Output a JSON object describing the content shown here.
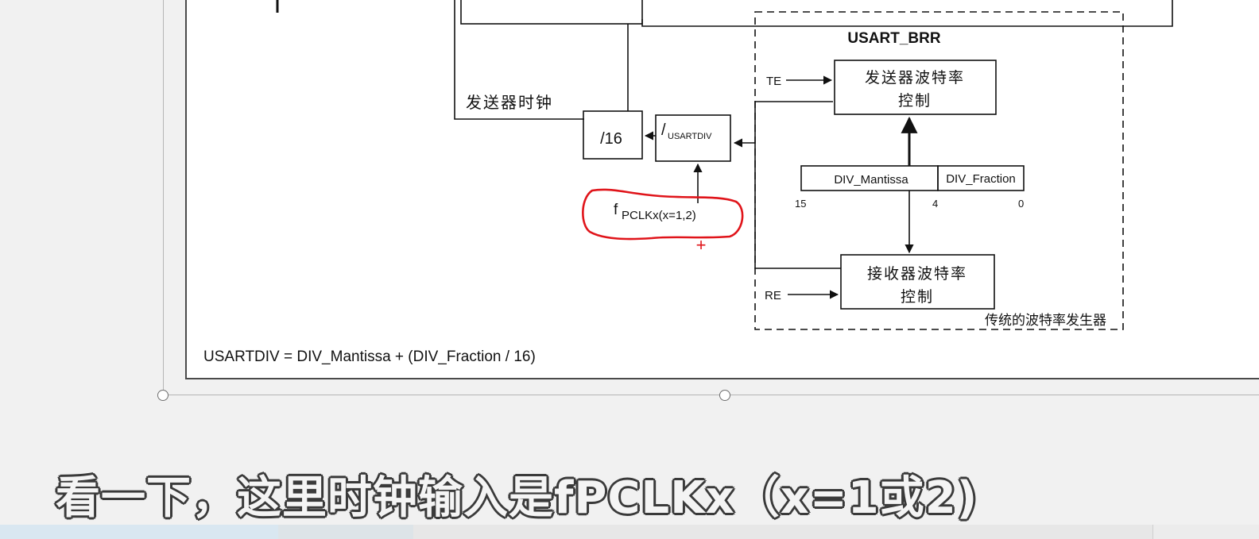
{
  "diagram": {
    "usart_brr_label": "USART_BRR",
    "tx_clock_label": "发送器时钟",
    "div16_label": "/16",
    "usartdiv_prefix": "/",
    "usartdiv_sub": "USARTDIV",
    "fpclk_f": "f",
    "fpclk_sub": "PCLKx(x=1,2)",
    "te_label": "TE",
    "re_label": "RE",
    "tx_baud_line1": "发送器波特率",
    "tx_baud_line2": "控制",
    "rx_baud_line1": "接收器波特率",
    "rx_baud_line2": "控制",
    "div_mantissa": "DIV_Mantissa",
    "div_fraction": "DIV_Fraction",
    "bit_15": "15",
    "bit_4": "4",
    "bit_0": "0",
    "legacy_label": "传统的波特率发生器",
    "formula": "USARTDIV = DIV_Mantissa + (DIV_Fraction / 16)",
    "annotation_plus": "+"
  },
  "colors": {
    "annotation": "#e0141a",
    "caption_fill": "#f4f4f4",
    "caption_outline": "#3a3a3a"
  },
  "caption": {
    "text": "看一下，这里时钟输入是fPCLKx（x=1或2)"
  }
}
